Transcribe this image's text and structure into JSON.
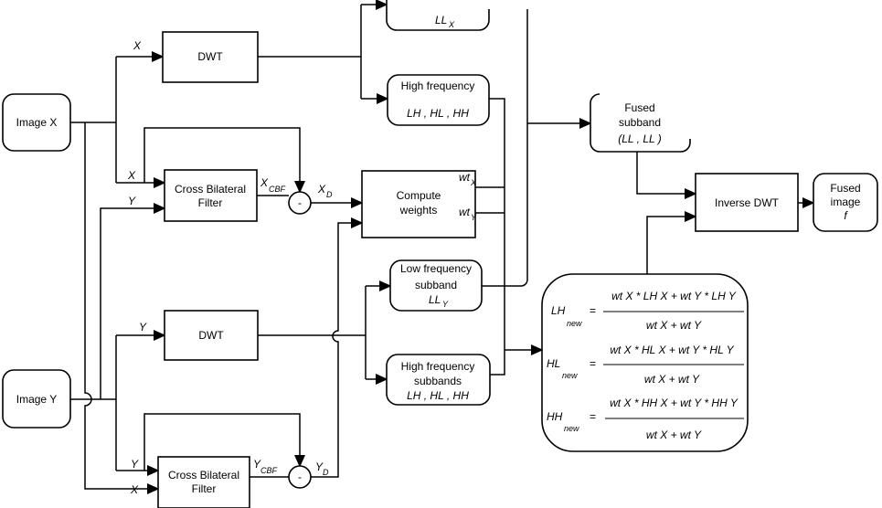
{
  "blocks": {
    "image_x": "Image X",
    "image_y": "Image Y",
    "dwt_top": "DWT",
    "dwt_bottom": "DWT",
    "cbf_top_1": "Cross Bilateral",
    "cbf_top_2": "Filter",
    "cbf_bottom_1": "Cross Bilateral",
    "cbf_bottom_2": "Filter",
    "minus": "-",
    "compute_1": "Compute",
    "compute_2": "weights",
    "ll_x": "LL",
    "hf_x_title": "High frequency",
    "hf_x_bands": "LH , HL , HH",
    "ll_y_title": "Low frequency",
    "ll_y_sub": "subband",
    "ll_y": "LL",
    "hf_y_title": "High frequency",
    "hf_y_sub": "subbands",
    "hf_y_bands": "LH , HL , HH",
    "fused_ll_1": "Fused",
    "fused_ll_2": "subband",
    "fused_ll_3": "(LL , LL )",
    "inverse_dwt": "Inverse DWT",
    "fused_1": "Fused",
    "fused_2": "image",
    "fused_3": "f"
  },
  "labels": {
    "x": "X",
    "y": "Y",
    "xcbf": "X",
    "cbf": "CBF",
    "xd": "X",
    "d": "D",
    "ycbf": "Y",
    "yd": "Y",
    "wt": "wt",
    "sx": "X",
    "sy": "Y"
  },
  "formulas": [
    {
      "lhs": "LH",
      "num": "wt X * LH X + wt Y * LH Y",
      "den": "wt X + wt Y"
    },
    {
      "lhs": "HL",
      "num": "wt X * HL X + wt Y * HL Y",
      "den": "wt X + wt Y"
    },
    {
      "lhs": "HH",
      "num": "wt X * HH X + wt Y * HH Y",
      "den": "wt X + wt Y"
    }
  ],
  "formula_sub": "new",
  "formula_eq": "="
}
